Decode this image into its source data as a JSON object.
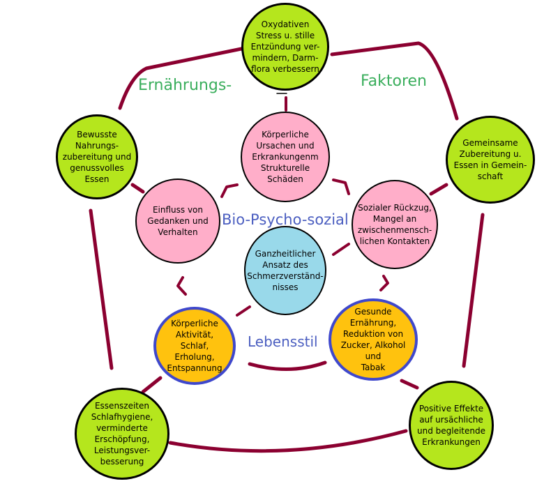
{
  "labels": {
    "ernaehrung": "Ernährungs-",
    "faktoren": "Faktoren",
    "biopsychosozial": "Bio-Psycho-sozial",
    "lebensstil": "Lebensstil"
  },
  "nodes": {
    "oxydativ": [
      "Oxydativen",
      "Stress u. stille",
      "Entzündung ver-",
      "mindern, Darm-",
      "flora verbessern"
    ],
    "bewusste": [
      "Bewusste",
      "Nahrungs-",
      "zubereitung und",
      "genussvolles",
      "Essen"
    ],
    "gemeinsame": [
      "Gemeinsame",
      "Zubereitung u.",
      "Essen in Gemein-",
      "schaft"
    ],
    "koerperlich_ursachen": [
      "Körperliche",
      "Ursachen und",
      "Erkrankungenm",
      "Strukturelle",
      "Schäden"
    ],
    "einfluss": [
      "Einfluss von",
      "Gedanken und",
      "Verhalten"
    ],
    "sozialer": [
      "Sozialer Rückzug,",
      "Mangel an",
      "zwischenmensch-",
      "lichen Kontakten"
    ],
    "ganzheitlich": [
      "Ganzheitlicher",
      "Ansatz des",
      "Schmerzverständ-",
      "nisses"
    ],
    "aktivitaet": [
      "Körperliche",
      "Aktivität, Schlaf,",
      "Erholung,",
      "Entspannung"
    ],
    "gesunde": [
      "Gesunde",
      "Ernährung,",
      "Reduktion von",
      "Zucker, Alkohol und",
      "Tabak"
    ],
    "essenszeiten": [
      "Essenszeiten",
      "Schlafhygiene,",
      "verminderte",
      "Erschöpfung,",
      "Leistungsver-",
      "besserung"
    ],
    "positive": [
      "Positive Effekte",
      "auf ursächliche",
      "und begleitende",
      "Erkrankungen"
    ]
  },
  "colors": {
    "connector": "#8b0030",
    "green_fill": "#b5e61d",
    "pink_fill": "#ffaec9",
    "blue_fill": "#99d9ea",
    "yellow_fill": "#ffc20e",
    "yellow_border": "#3f48cc",
    "green_label": "#3aae5c",
    "blue_label": "#4b5ec0"
  }
}
